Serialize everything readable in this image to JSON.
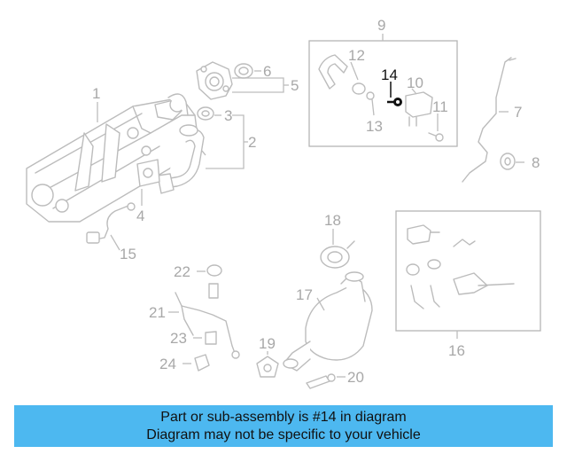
{
  "labels": [
    "1",
    "2",
    "3",
    "4",
    "5",
    "6",
    "7",
    "8",
    "9",
    "10",
    "11",
    "12",
    "13",
    "14",
    "15",
    "16",
    "17",
    "18",
    "19",
    "20",
    "21",
    "22",
    "23",
    "24"
  ],
  "highlighted_part": "14",
  "caption": {
    "line1": "Part or sub-assembly is #14 in diagram",
    "line2": "Diagram may not be specific to your vehicle"
  },
  "colors": {
    "caption_bg": "#4db8f0",
    "highlight": "#111111",
    "line_art": "#bcbcbc"
  }
}
